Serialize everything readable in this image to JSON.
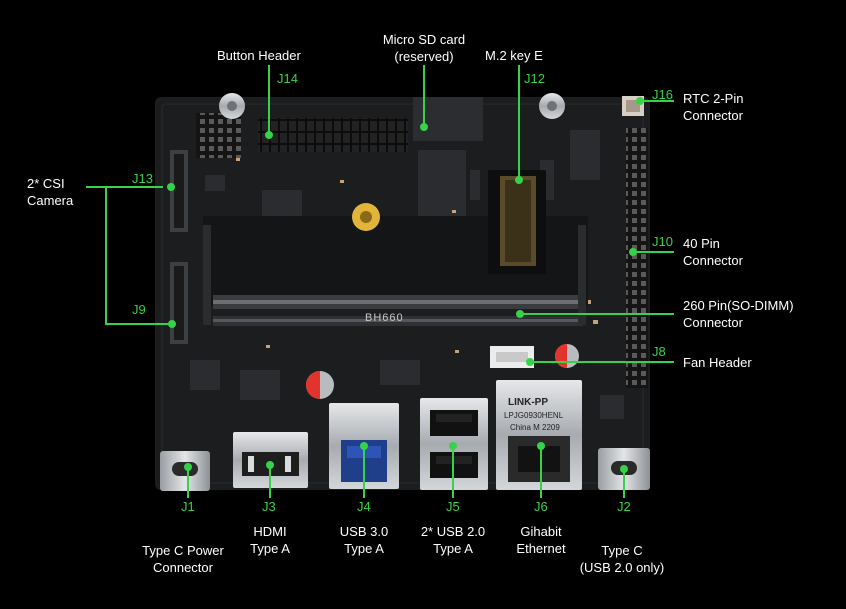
{
  "colors": {
    "accent": "#36d24a",
    "label": "#ffffff",
    "background": "#000000",
    "pcb": "#1c1d1f"
  },
  "board": {
    "silkscreen": "BH660",
    "ethernet_jack": {
      "brand": "LINK-PP",
      "part": "LPJG0930HENL",
      "origin": "China M 2209"
    }
  },
  "callouts": {
    "button_header": {
      "id": "J14",
      "label": "Button Header"
    },
    "micro_sd": {
      "label": "Micro SD card\n(reserved)"
    },
    "m2_key_e": {
      "id": "J12",
      "label": "M.2 key E"
    },
    "rtc": {
      "id": "J16",
      "label": "RTC 2-Pin\nConnector"
    },
    "csi_camera": {
      "id_top": "J13",
      "id_bottom": "J9",
      "label": "2* CSI\nCamera"
    },
    "gpio_40pin": {
      "id": "J10",
      "label": "40 Pin\nConnector"
    },
    "sodimm": {
      "label": "260 Pin(SO-DIMM)\nConnector"
    },
    "fan": {
      "id": "J8",
      "label": "Fan Header"
    },
    "power_typec": {
      "id": "J1",
      "label": "Type C Power\nConnector"
    },
    "hdmi": {
      "id": "J3",
      "label": "HDMI\nType A"
    },
    "usb3": {
      "id": "J4",
      "label": "USB 3.0\nType A"
    },
    "usb2": {
      "id": "J5",
      "label": "2* USB 2.0\nType A"
    },
    "ethernet": {
      "id": "J6",
      "label": "Gihabit\nEthernet"
    },
    "typec_usb2": {
      "id": "J2",
      "label": "Type C\n(USB 2.0 only)"
    }
  }
}
